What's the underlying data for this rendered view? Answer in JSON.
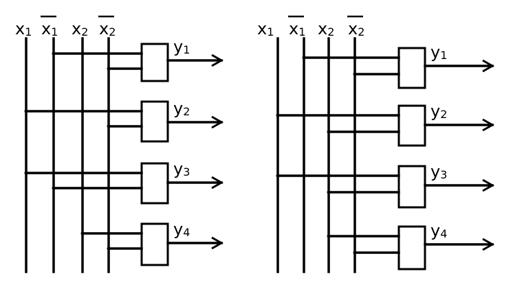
{
  "diagrams": [
    {
      "inputs": [
        {
          "base": "x",
          "sub": "1",
          "negated": false
        },
        {
          "base": "x",
          "sub": "1",
          "negated": true
        },
        {
          "base": "x",
          "sub": "2",
          "negated": false
        },
        {
          "base": "x",
          "sub": "2",
          "negated": true
        }
      ],
      "outputs": [
        {
          "base": "y",
          "sub": "1",
          "connects_inputs": [
            1,
            3
          ]
        },
        {
          "base": "y",
          "sub": "2",
          "connects_inputs": [
            0,
            3
          ]
        },
        {
          "base": "y",
          "sub": "3",
          "connects_inputs": [
            0,
            1
          ]
        },
        {
          "base": "y",
          "sub": "4",
          "connects_inputs": [
            2,
            3
          ]
        }
      ]
    },
    {
      "inputs": [
        {
          "base": "x",
          "sub": "1",
          "negated": false
        },
        {
          "base": "x",
          "sub": "1",
          "negated": true
        },
        {
          "base": "x",
          "sub": "2",
          "negated": false
        },
        {
          "base": "x",
          "sub": "2",
          "negated": true
        }
      ],
      "outputs": [
        {
          "base": "y",
          "sub": "1",
          "connects_inputs": [
            1,
            3
          ]
        },
        {
          "base": "y",
          "sub": "2",
          "connects_inputs": [
            0,
            2
          ]
        },
        {
          "base": "y",
          "sub": "3",
          "connects_inputs": [
            0,
            2
          ]
        },
        {
          "base": "y",
          "sub": "4",
          "connects_inputs": [
            2,
            3
          ]
        }
      ]
    }
  ]
}
